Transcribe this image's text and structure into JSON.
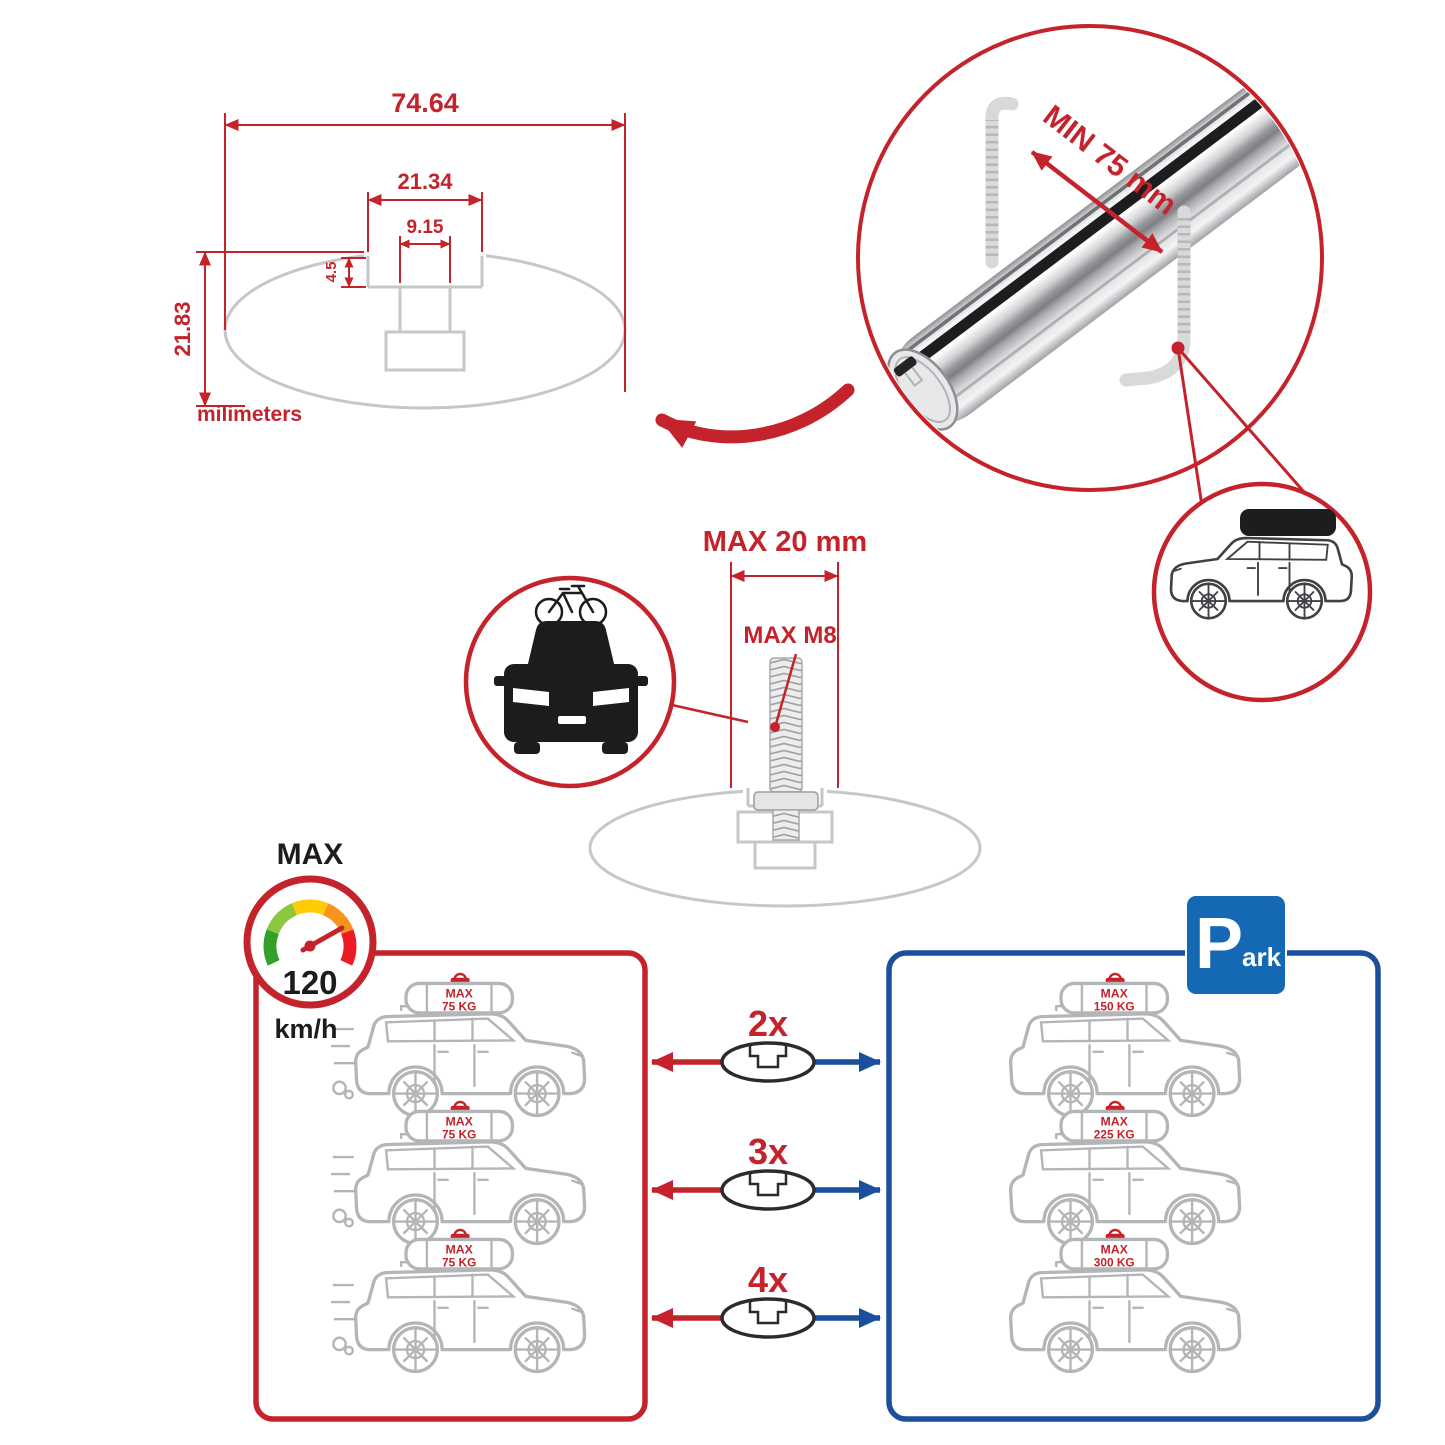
{
  "colors": {
    "red": "#c4232b",
    "blue": "#1c4f9b",
    "sign_blue": "#1568b3",
    "profile_gray": "#c6c7c9"
  },
  "tech_drawing": {
    "total_width": "74.64",
    "slot_outer_width": "21.34",
    "slot_inner_width": "9.15",
    "lip_depth": "4.5",
    "total_height": "21.83",
    "units": "milimeters"
  },
  "bar_detail": {
    "min_gap": "MIN 75 mm"
  },
  "bolt_detail": {
    "max_length": "MAX 20 mm",
    "max_thread": "MAX M8"
  },
  "speedometer": {
    "label": "MAX",
    "value": "120",
    "units": "km/h"
  },
  "capacity": {
    "driving": [
      {
        "line1": "MAX",
        "line2": "75 KG"
      },
      {
        "line1": "MAX",
        "line2": "75 KG"
      },
      {
        "line1": "MAX",
        "line2": "75 KG"
      }
    ],
    "multipliers": [
      "2x",
      "3x",
      "4x"
    ],
    "parked": [
      {
        "line1": "MAX",
        "line2": "150 KG"
      },
      {
        "line1": "MAX",
        "line2": "225 KG"
      },
      {
        "line1": "MAX",
        "line2": "300 KG"
      }
    ]
  },
  "parking_sign": {
    "letter": "P",
    "suffix": "ark"
  }
}
